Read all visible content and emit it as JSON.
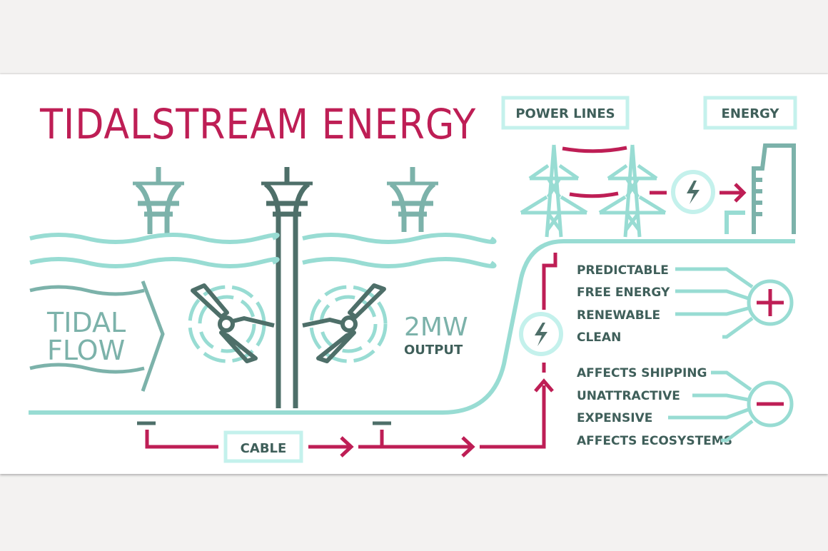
{
  "title": "TIDALSTREAM ENERGY",
  "labels": {
    "power_lines": "POWER LINES",
    "energy": "ENERGY",
    "cable": "CABLE",
    "tidal_flow_line1": "TIDAL",
    "tidal_flow_line2": "FLOW",
    "output_value": "2MW",
    "output_label": "OUTPUT"
  },
  "pros": {
    "symbol": "plus",
    "items": [
      "PREDICTABLE",
      "FREE ENERGY",
      "RENEWABLE",
      "CLEAN"
    ]
  },
  "cons": {
    "symbol": "minus",
    "items": [
      "AFFECTS SHIPPING",
      "UNATTRACTIVE",
      "EXPENSIVE",
      "AFFECTS ECOSYSTEMS"
    ]
  },
  "icons": [
    "turbine-tower-icon",
    "turbine-rotor-icon",
    "pylon-icon",
    "lightning-icon",
    "building-icon",
    "arrow-right-icon",
    "arrow-up-icon",
    "plus-icon",
    "minus-icon"
  ],
  "colors": {
    "accent": "#be1e55",
    "teal_light": "#98dcd3",
    "teal_pale": "#c4f1ec",
    "teal_mid": "#7cb2aa",
    "teal_dark": "#4e6f69",
    "text_dark": "#3f5f5a",
    "background": "#f3f2f1",
    "card": "#ffffff"
  }
}
